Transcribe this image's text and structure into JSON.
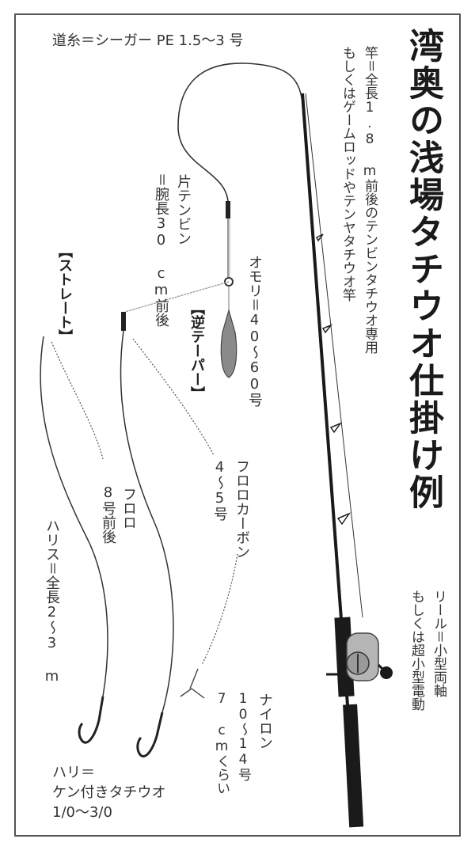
{
  "title": "湾奥の浅場タチウオ仕掛け例",
  "labels": {
    "main_line": "道糸＝シーガー PE 1.5～3 号",
    "rod_line1": "竿＝全長1.8 m前後のテンビンタチウオ専用",
    "rod_line2": "もしくはゲームロッドやテンヤタチウオ竿",
    "tenbin_line1": "片テンビン",
    "tenbin_line2": "＝腕長30 cm前後",
    "sinker": "オモリ＝40～60号",
    "reverse_taper": "【逆テーパー】",
    "straight": "【ストレート】",
    "fluoro8_line1": "フロロ",
    "fluoro8_line2": "8号前後",
    "fluoro45_line1": "フロロカーボン",
    "fluoro45_line2": "4～5号",
    "leader": "ハリス＝全長2～3 m",
    "nylon_line1": "ナイロン",
    "nylon_line2": "10～14号",
    "nylon_line3": "7 cmくらい",
    "reel_line1": "リール＝小型両軸",
    "reel_line2": "もしくは超小型電動",
    "hook_line1": "ハリ＝",
    "hook_line2": "ケン付きタチウオ",
    "hook_line3": "1/0～3/0"
  },
  "colors": {
    "ink": "#1a1a1a",
    "line": "#333333",
    "sinker": "#8a8a8a",
    "reel": "#b5b5b5",
    "frame": "#555555"
  }
}
